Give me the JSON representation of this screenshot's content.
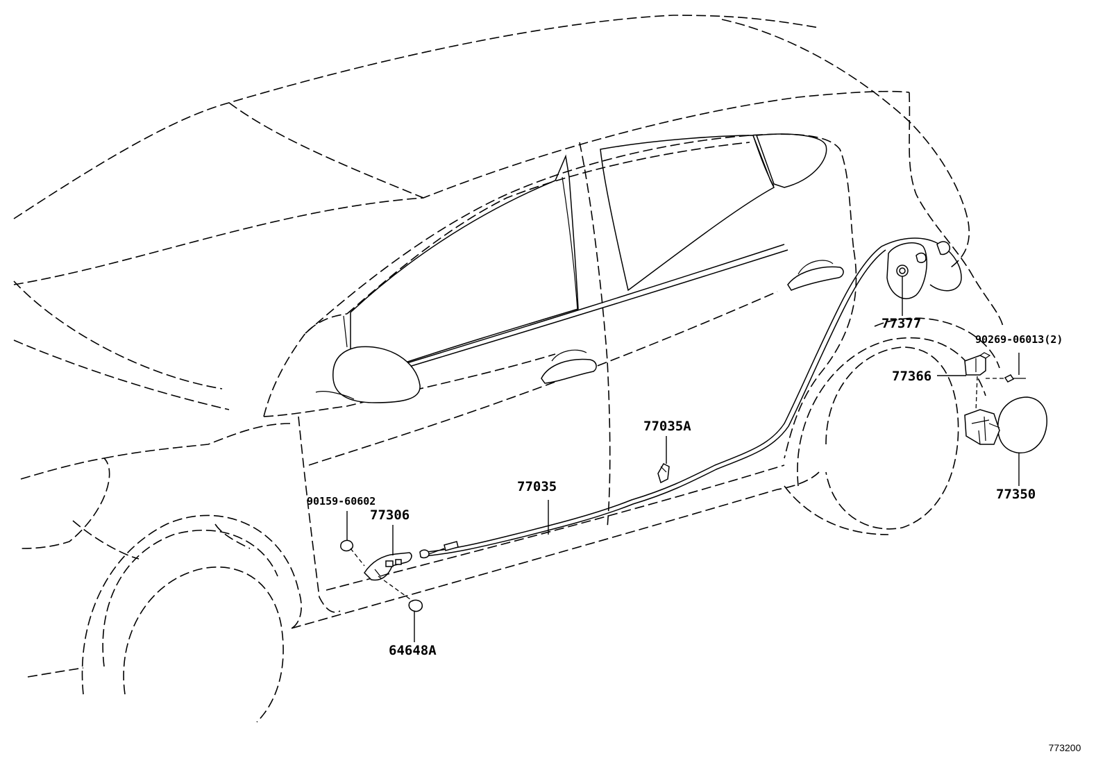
{
  "diagram": {
    "figure_id": "773200",
    "parts": {
      "p77377": "77377",
      "p90269": "90269-06013(2)",
      "p77366": "77366",
      "p77350": "77350",
      "p77035A": "77035A",
      "p77035": "77035",
      "p90159": "90159-60602",
      "p77306": "77306",
      "p64648A": "64648A"
    }
  }
}
